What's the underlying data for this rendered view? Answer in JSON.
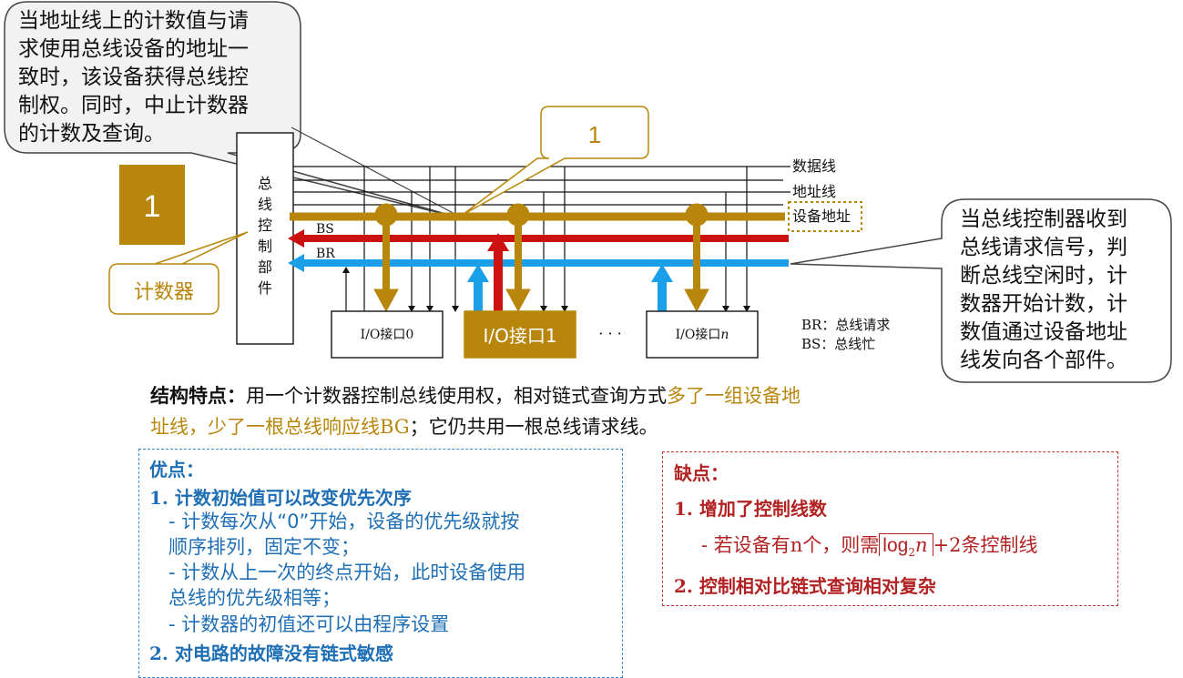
{
  "callout_top": {
    "lines": [
      "当地址线上的计数值与请",
      "求使用总线设备的地址一",
      "致时，该设备获得总线控",
      "制权。同时，中止计数器",
      "的计数及查询。"
    ]
  },
  "callout_right": {
    "lines": [
      "当总线控制器收到",
      "总线请求信号，判",
      "断总线空闲时，计",
      "数器开始计数，计",
      "数值通过设备地址",
      "线发向各个部件。"
    ]
  },
  "diagram": {
    "number_box_label": "1",
    "counter_bubble_number": "1",
    "counter_label": "计数器",
    "controller_label": [
      "总",
      "线",
      "控",
      "制",
      "部",
      "件"
    ],
    "lines": {
      "data": "数据线",
      "address": "地址线",
      "device_address": "设备地址"
    },
    "bs_label": "BS",
    "br_label": "BR",
    "devices": {
      "io0": "I/O接口0",
      "io1": "I/O接口1",
      "dots": "· · ·",
      "ion_prefix": "I/O接口",
      "ion_suffix": "n"
    },
    "legend": {
      "br": "BR：总线请求",
      "bs": "BS：总线忙"
    }
  },
  "structure": {
    "label": "结构特点：",
    "text1": "用一个计数器控制总线使用权，相对链式查询方式",
    "highlight1": "多了一组设备地",
    "highlight2": "址线，少了一根总线响应线BG",
    "text2": "；它仍共用一根总线请求线。"
  },
  "advantages": {
    "title": "优点：",
    "item1": "1.   计数初始值可以改变优先次序",
    "sub1a": "- 计数每次从“0”开始，设备的优先级就按",
    "sub1b": "顺序排列，固定不变；",
    "sub2a": "- 计数从上一次的终点开始，此时设备使用",
    "sub2b": "总线的优先级相等；",
    "sub3": "- 计数器的初值还可以由程序设置",
    "item2": "2.   对电路的故障没有链式敏感"
  },
  "disadvantages": {
    "title": "缺点：",
    "item1": "1.   增加了控制线数",
    "sub_prefix": "- 若设备有n个，则需",
    "sub_log": "log",
    "sub_sub": "2",
    "sub_n": "n",
    "sub_suffix": "+2条控制线",
    "item2": "2.   控制相对比链式查询相对复杂"
  },
  "colors": {
    "gold": "#b8860b",
    "red": "#cc1111",
    "blue": "#1aa0e8",
    "adv_blue": "#1f6fb5",
    "dis_red": "#b22222"
  }
}
